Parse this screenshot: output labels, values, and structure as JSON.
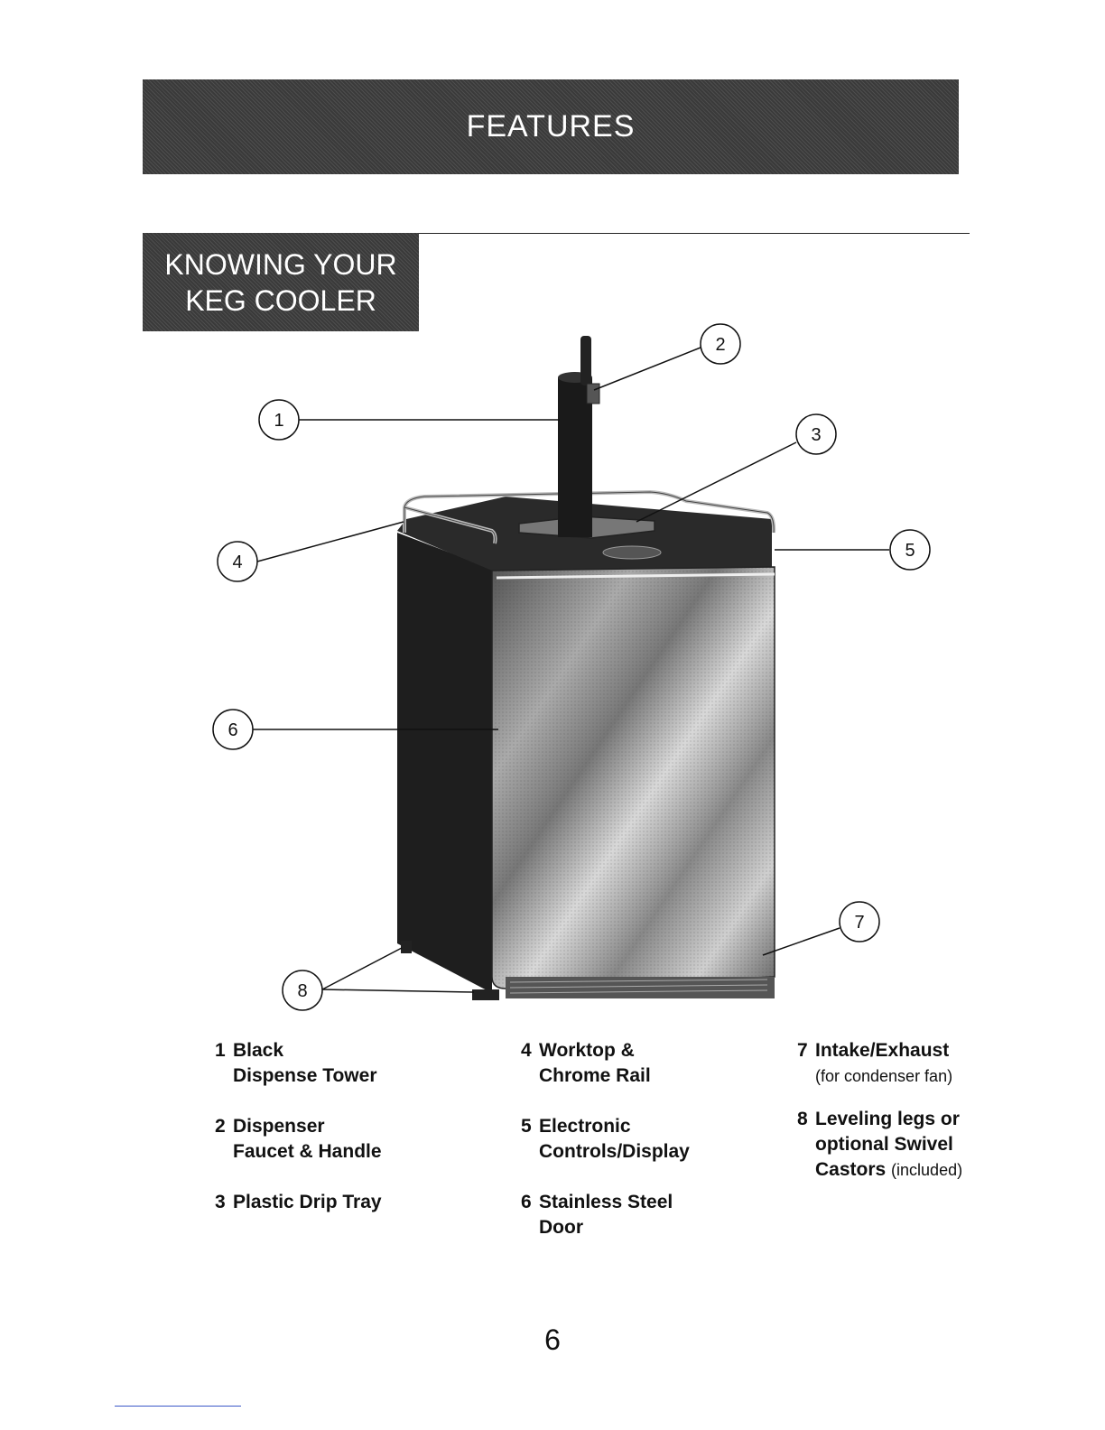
{
  "header": {
    "title": "FEATURES"
  },
  "section": {
    "title_line1": "KNOWING YOUR",
    "title_line2": "KEG COOLER"
  },
  "callouts": [
    "1",
    "2",
    "3",
    "4",
    "5",
    "6",
    "7",
    "8"
  ],
  "legend": {
    "col1": [
      {
        "num": "1",
        "line1": "Black",
        "line2": "Dispense Tower"
      },
      {
        "num": "2",
        "line1": "Dispenser",
        "line2": "Faucet & Handle"
      },
      {
        "num": "3",
        "line1": "Plastic Drip Tray"
      }
    ],
    "col2": [
      {
        "num": "4",
        "line1": "Worktop &",
        "line2": "Chrome Rail"
      },
      {
        "num": "5",
        "line1": "Electronic",
        "line2": "Controls/Display"
      },
      {
        "num": "6",
        "line1": "Stainless Steel",
        "line2": "Door"
      }
    ],
    "col3": [
      {
        "num": "7",
        "line1": "Intake/Exhaust",
        "note": "(for condenser fan)"
      },
      {
        "num": "8",
        "line1": "Leveling legs or",
        "line2": "optional Swivel",
        "line3": "Castors",
        "note": "(included)"
      }
    ]
  },
  "page_number": "6"
}
